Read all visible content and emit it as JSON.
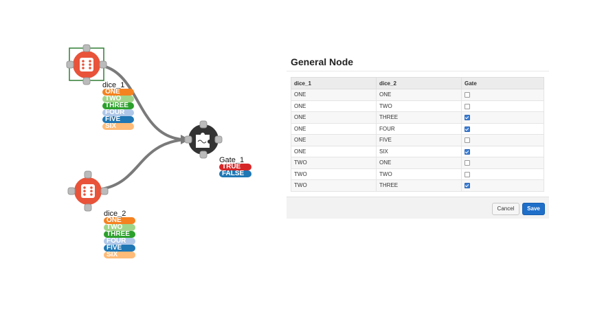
{
  "colors": {
    "dice_node": "#e8533a",
    "gate_node": "#333333",
    "handle": "#bbbbbb",
    "selection": "#2e7d32",
    "edge": "#7a7a7a"
  },
  "icons": {
    "dice": "dice-icon",
    "gate": "puzzle-icon"
  },
  "graph": {
    "dice_1": {
      "label": "dice_1",
      "states": [
        {
          "label": "ONE",
          "color": "#f58220"
        },
        {
          "label": "TWO",
          "color": "#9fd58a"
        },
        {
          "label": "THREE",
          "color": "#2ca02c"
        },
        {
          "label": "FOUR",
          "color": "#aec7e8"
        },
        {
          "label": "FIVE",
          "color": "#1f77b4"
        },
        {
          "label": "SIX",
          "color": "#ffbb78"
        }
      ]
    },
    "dice_2": {
      "label": "dice_2",
      "states": [
        {
          "label": "ONE",
          "color": "#f58220"
        },
        {
          "label": "TWO",
          "color": "#9fd58a"
        },
        {
          "label": "THREE",
          "color": "#2ca02c"
        },
        {
          "label": "FOUR",
          "color": "#aec7e8"
        },
        {
          "label": "FIVE",
          "color": "#1f77b4"
        },
        {
          "label": "SIX",
          "color": "#ffbb78"
        }
      ]
    },
    "gate_1": {
      "label": "Gate_1",
      "states": [
        {
          "label": "TRUE",
          "color": "#d62728"
        },
        {
          "label": "FALSE",
          "color": "#1f77b4"
        }
      ]
    }
  },
  "panel": {
    "title": "General Node",
    "columns": [
      "dice_1",
      "dice_2",
      "Gate"
    ],
    "rows": [
      {
        "dice_1": "ONE",
        "dice_2": "ONE",
        "gate": false
      },
      {
        "dice_1": "ONE",
        "dice_2": "TWO",
        "gate": false
      },
      {
        "dice_1": "ONE",
        "dice_2": "THREE",
        "gate": true
      },
      {
        "dice_1": "ONE",
        "dice_2": "FOUR",
        "gate": true
      },
      {
        "dice_1": "ONE",
        "dice_2": "FIVE",
        "gate": false
      },
      {
        "dice_1": "ONE",
        "dice_2": "SIX",
        "gate": true
      },
      {
        "dice_1": "TWO",
        "dice_2": "ONE",
        "gate": false
      },
      {
        "dice_1": "TWO",
        "dice_2": "TWO",
        "gate": false
      },
      {
        "dice_1": "TWO",
        "dice_2": "THREE",
        "gate": true
      }
    ],
    "cancel_label": "Cancel",
    "save_label": "Save"
  }
}
